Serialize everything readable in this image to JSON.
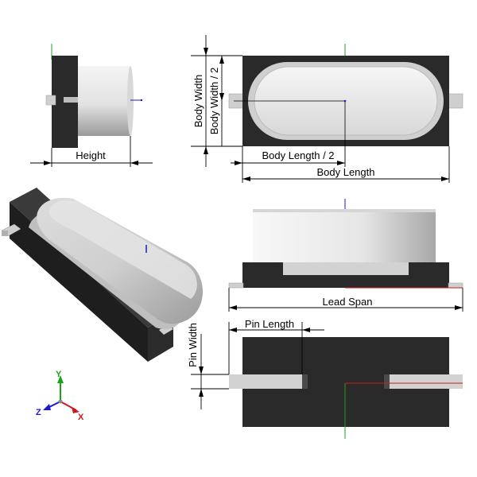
{
  "labels": {
    "height": "Height",
    "body_width": "Body Width",
    "body_width_half": "Body Width / 2",
    "body_length_half": "Body Length / 2",
    "body_length": "Body Length",
    "lead_span": "Lead Span",
    "pin_width": "Pin Width",
    "pin_length": "Pin Length"
  },
  "triad": {
    "x": "X",
    "y": "Y",
    "z": "Z"
  },
  "colors": {
    "body_dark": "#2a2a2a",
    "cap_light": "#e8e8e8",
    "pin": "#cfcfcf",
    "axis_green": "#1aa31a",
    "axis_blue": "#1a1acc",
    "axis_red": "#cc1a1a"
  }
}
